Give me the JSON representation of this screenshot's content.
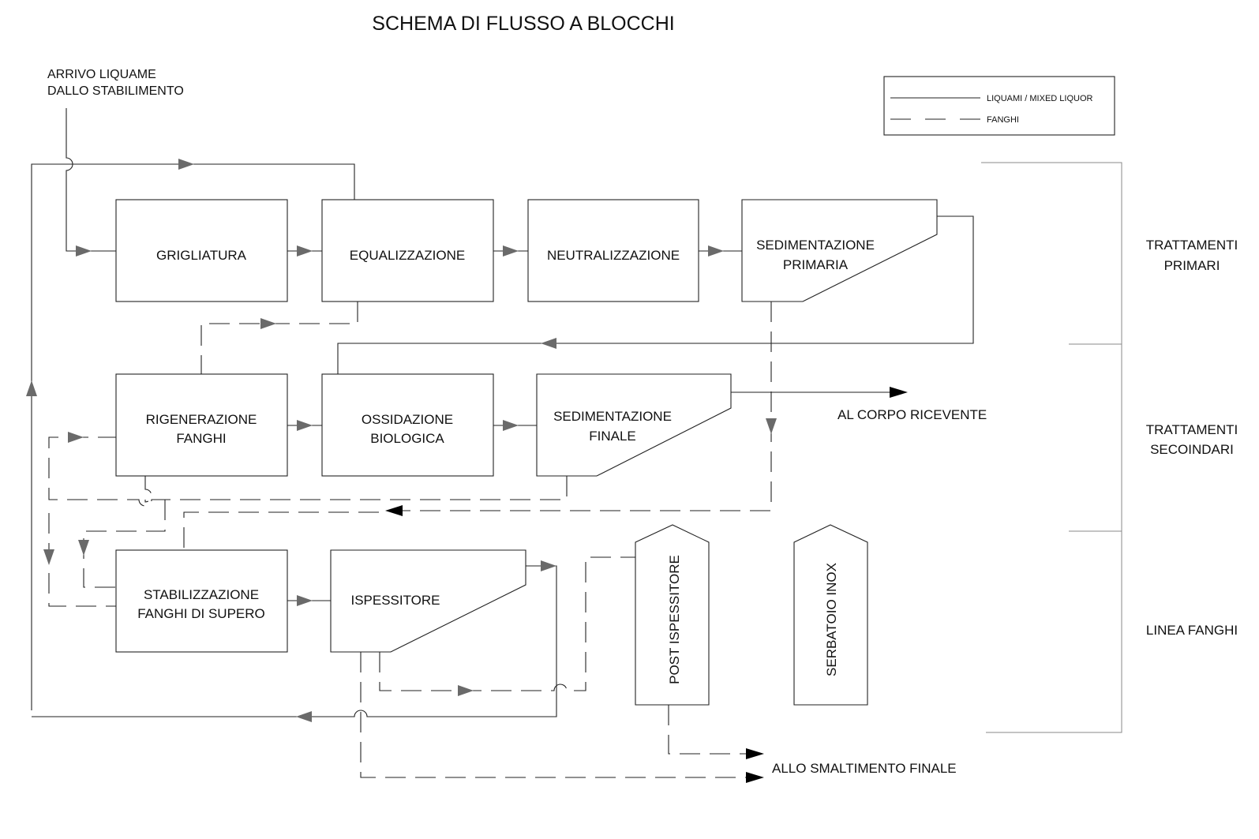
{
  "title": "SCHEMA DI FLUSSO A BLOCCHI",
  "inlet": [
    "ARRIVO LIQUAME",
    "DALLO STABILIMENTO"
  ],
  "legend": {
    "solid_label": "LIQUAMI / MIXED LIQUOR",
    "dashed_label": "FANGHI"
  },
  "blocks": {
    "grigliatura": [
      "GRIGLIATURA"
    ],
    "equalizzazione": [
      "EQUALIZZAZIONE"
    ],
    "neutralizzazione": [
      "NEUTRALIZZAZIONE"
    ],
    "sedimentazione_primaria": [
      "SEDIMENTAZIONE",
      "PRIMARIA"
    ],
    "rigenerazione_fanghi": [
      "RIGENERAZIONE",
      "FANGHI"
    ],
    "ossidazione_biologica": [
      "OSSIDAZIONE",
      "BIOLOGICA"
    ],
    "sedimentazione_finale": [
      "SEDIMENTAZIONE",
      "FINALE"
    ],
    "stabilizzazione": [
      "STABILIZZAZIONE",
      "FANGHI DI SUPERO"
    ],
    "ispessitore": [
      "ISPESSITORE"
    ],
    "post_ispessitore": "POST ISPESSITORE",
    "serbatoio_inox": "SERBATOIO INOX"
  },
  "outlets": {
    "corpo_ricevente": "AL CORPO RICEVENTE",
    "smaltimento": "ALLO SMALTIMENTO FINALE"
  },
  "sections": {
    "primari": [
      "TRATTAMENTI",
      "PRIMARI"
    ],
    "secondari": [
      "TRATTAMENTI",
      "SECOINDARI"
    ],
    "fanghi": [
      "LINEA FANGHI"
    ]
  }
}
